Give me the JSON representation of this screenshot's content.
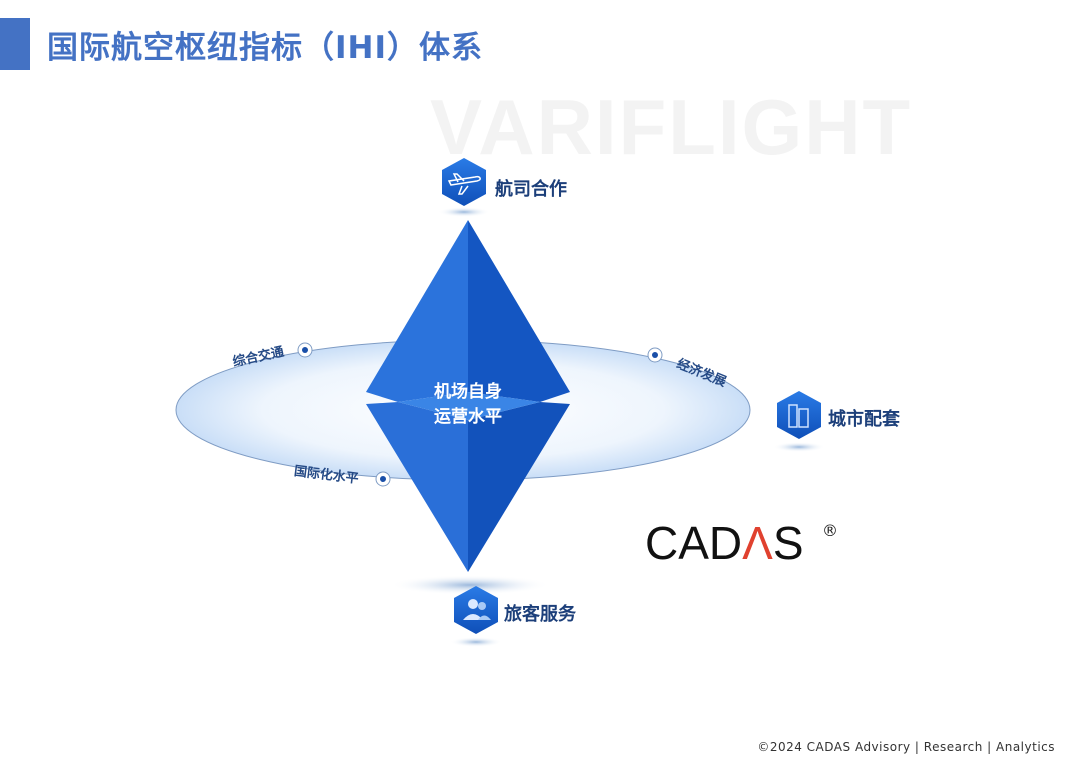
{
  "title": "国际航空枢纽指标（IHI）体系",
  "watermark": "VARIFLIGHT",
  "center": {
    "line1": "机场自身",
    "line2": "运营水平"
  },
  "nodes": {
    "top": {
      "label": "航司合作",
      "icon": "airplane-icon"
    },
    "right": {
      "label": "城市配套",
      "icon": "buildings-icon"
    },
    "bottom": {
      "label": "旅客服务",
      "icon": "users-icon"
    }
  },
  "ring_points": {
    "left_top": "综合交通",
    "right_top": "经济发展",
    "left_bottom": "国际化水平"
  },
  "logo": {
    "text_c": "C",
    "text_a": "A",
    "text_d": "D",
    "text_a2": "Λ",
    "text_s": "S",
    "reg": "®"
  },
  "colors": {
    "accent": "#4472c4",
    "diamond": "#1a5fd0",
    "logo_red": "#e0412f"
  },
  "footer": "©2024 CADAS Advisory | Research | Analytics"
}
